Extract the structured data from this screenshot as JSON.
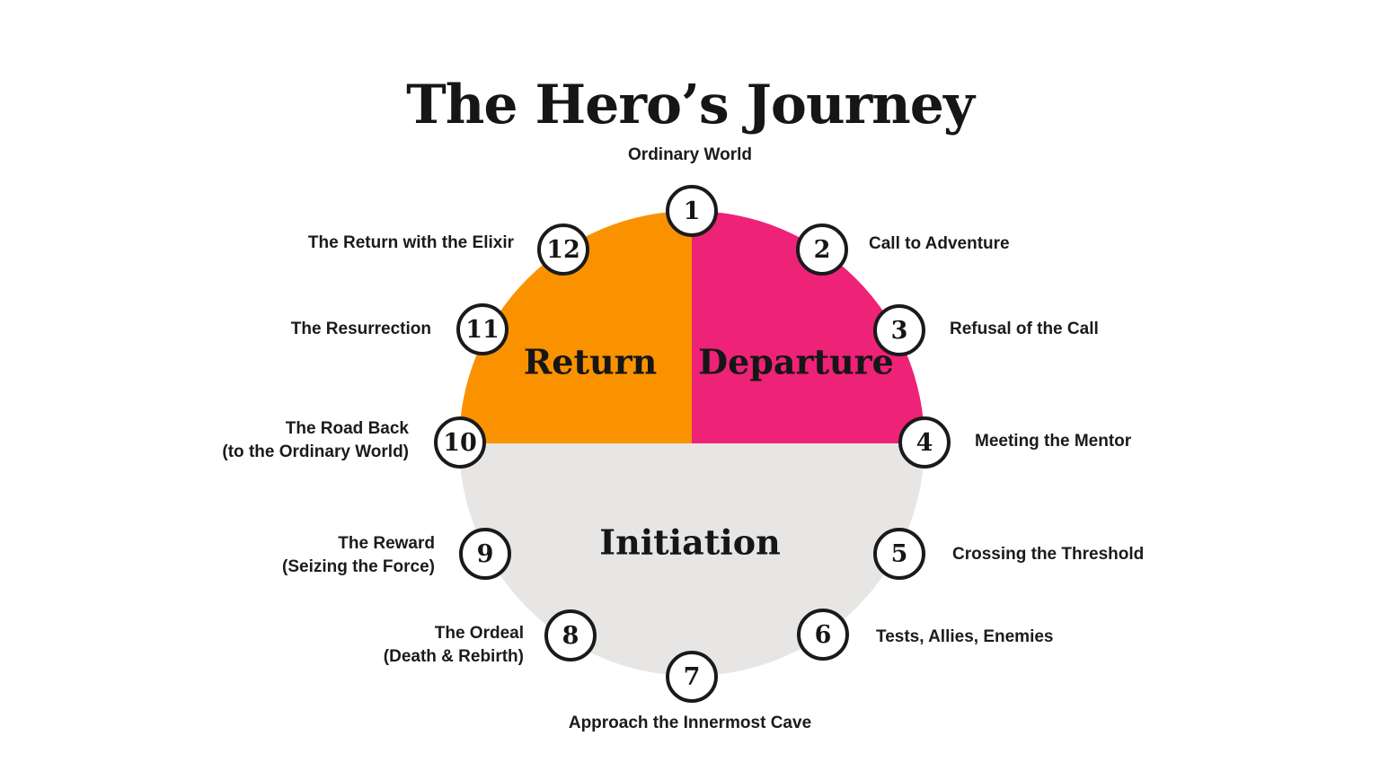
{
  "title": "The Hero’s Journey",
  "colors": {
    "return_orange": "#FA9200",
    "departure_pink": "#EE2277",
    "initiation_gray": "#E7E6E5",
    "node_border": "#1A1A1A",
    "text": "#161616",
    "background": "#FFFFFF"
  },
  "sections": {
    "return": "Return",
    "departure": "Departure",
    "initiation": "Initiation"
  },
  "stages": [
    {
      "number": "1",
      "label": "Ordinary World"
    },
    {
      "number": "2",
      "label": "Call to Adventure"
    },
    {
      "number": "3",
      "label": "Refusal of the Call"
    },
    {
      "number": "4",
      "label": "Meeting the Mentor"
    },
    {
      "number": "5",
      "label": "Crossing the Threshold"
    },
    {
      "number": "6",
      "label": "Tests, Allies, Enemies"
    },
    {
      "number": "7",
      "label": "Approach the Innermost Cave"
    },
    {
      "number": "8",
      "label": "The Ordeal",
      "label2": "(Death & Rebirth)"
    },
    {
      "number": "9",
      "label": "The Reward",
      "label2": "(Seizing the Force)"
    },
    {
      "number": "10",
      "label": "The Road Back",
      "label2": "(to the Ordinary World)"
    },
    {
      "number": "11",
      "label": "The Resurrection"
    },
    {
      "number": "12",
      "label": "The Return with the Elixir"
    }
  ]
}
